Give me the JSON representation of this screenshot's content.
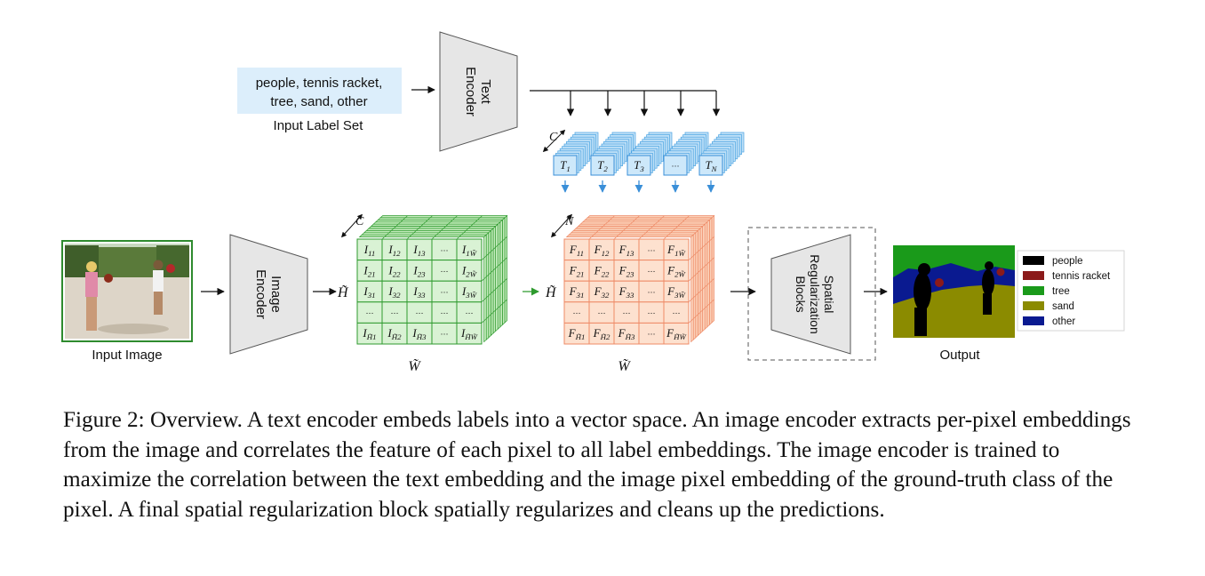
{
  "input_label_set": {
    "lines": [
      "people, tennis racket,",
      "tree, sand, other"
    ],
    "caption": "Input Label Set",
    "box_color": "#dceefb"
  },
  "text_encoder": {
    "label_lines": [
      "Text",
      "Encoder"
    ]
  },
  "image_encoder": {
    "label_lines": [
      "Image",
      "Encoder"
    ]
  },
  "spatial_block": {
    "label_lines": [
      "Spatial",
      "Regularization",
      "Blocks"
    ]
  },
  "input_image": {
    "caption": "Input Image",
    "border_color": "#2e8b2e"
  },
  "text_embeddings": {
    "dim_label": "C",
    "cells": [
      {
        "base": "T",
        "sub": "1"
      },
      {
        "base": "T",
        "sub": "2"
      },
      {
        "base": "T",
        "sub": "3"
      },
      {
        "base": "···",
        "sub": ""
      },
      {
        "base": "T",
        "sub": "N"
      }
    ],
    "color": "#6fb6ea"
  },
  "pixel_embeddings": {
    "dim_label": "C",
    "height_label": "H̃",
    "width_label": "W̃",
    "color": "#3faa3f",
    "rows": [
      [
        {
          "base": "I",
          "sub": "11"
        },
        {
          "base": "I",
          "sub": "12"
        },
        {
          "base": "I",
          "sub": "13"
        },
        {
          "base": "···",
          "sub": ""
        },
        {
          "base": "I",
          "sub": "1W̃"
        }
      ],
      [
        {
          "base": "I",
          "sub": "21"
        },
        {
          "base": "I",
          "sub": "22"
        },
        {
          "base": "I",
          "sub": "23"
        },
        {
          "base": "···",
          "sub": ""
        },
        {
          "base": "I",
          "sub": "2W̃"
        }
      ],
      [
        {
          "base": "I",
          "sub": "31"
        },
        {
          "base": "I",
          "sub": "32"
        },
        {
          "base": "I",
          "sub": "33"
        },
        {
          "base": "···",
          "sub": ""
        },
        {
          "base": "I",
          "sub": "3W̃"
        }
      ],
      [
        {
          "base": "···",
          "sub": ""
        },
        {
          "base": "···",
          "sub": ""
        },
        {
          "base": "···",
          "sub": ""
        },
        {
          "base": "···",
          "sub": ""
        },
        {
          "base": "···",
          "sub": ""
        }
      ],
      [
        {
          "base": "I",
          "sub": "H̃1"
        },
        {
          "base": "I",
          "sub": "H̃2"
        },
        {
          "base": "I",
          "sub": "H̃3"
        },
        {
          "base": "···",
          "sub": ""
        },
        {
          "base": "I",
          "sub": "H̃W̃"
        }
      ]
    ]
  },
  "correlation_map": {
    "dim_label": "N",
    "height_label": "H̃",
    "width_label": "W̃",
    "color": "#f39a78",
    "rows": [
      [
        {
          "base": "F",
          "sub": "11"
        },
        {
          "base": "F",
          "sub": "12"
        },
        {
          "base": "F",
          "sub": "13"
        },
        {
          "base": "···",
          "sub": ""
        },
        {
          "base": "F",
          "sub": "1W̃"
        }
      ],
      [
        {
          "base": "F",
          "sub": "21"
        },
        {
          "base": "F",
          "sub": "22"
        },
        {
          "base": "F",
          "sub": "23"
        },
        {
          "base": "···",
          "sub": ""
        },
        {
          "base": "F",
          "sub": "2W̃"
        }
      ],
      [
        {
          "base": "F",
          "sub": "31"
        },
        {
          "base": "F",
          "sub": "32"
        },
        {
          "base": "F",
          "sub": "33"
        },
        {
          "base": "···",
          "sub": ""
        },
        {
          "base": "F",
          "sub": "3W̃"
        }
      ],
      [
        {
          "base": "···",
          "sub": ""
        },
        {
          "base": "···",
          "sub": ""
        },
        {
          "base": "···",
          "sub": ""
        },
        {
          "base": "···",
          "sub": ""
        },
        {
          "base": "···",
          "sub": ""
        }
      ],
      [
        {
          "base": "F",
          "sub": "H̃1"
        },
        {
          "base": "F",
          "sub": "H̃2"
        },
        {
          "base": "F",
          "sub": "H̃3"
        },
        {
          "base": "···",
          "sub": ""
        },
        {
          "base": "F",
          "sub": "H̃W̃"
        }
      ]
    ]
  },
  "output": {
    "caption": "Output",
    "legend": [
      {
        "label": "people",
        "color": "#000000"
      },
      {
        "label": "tennis racket",
        "color": "#8b1a1a"
      },
      {
        "label": "tree",
        "color": "#1a9a1a"
      },
      {
        "label": "sand",
        "color": "#8b8b00"
      },
      {
        "label": "other",
        "color": "#0a1a90"
      }
    ]
  },
  "caption": "Figure 2: Overview. A text encoder embeds labels into a vector space. An image encoder extracts per-pixel embeddings from the image and correlates the feature of each pixel to all label embeddings. The image encoder is trained to maximize the correlation between the text embedding and the image pixel embedding of the ground-truth class of the pixel. A final spatial regularization block spatially regularizes and cleans up the predictions."
}
